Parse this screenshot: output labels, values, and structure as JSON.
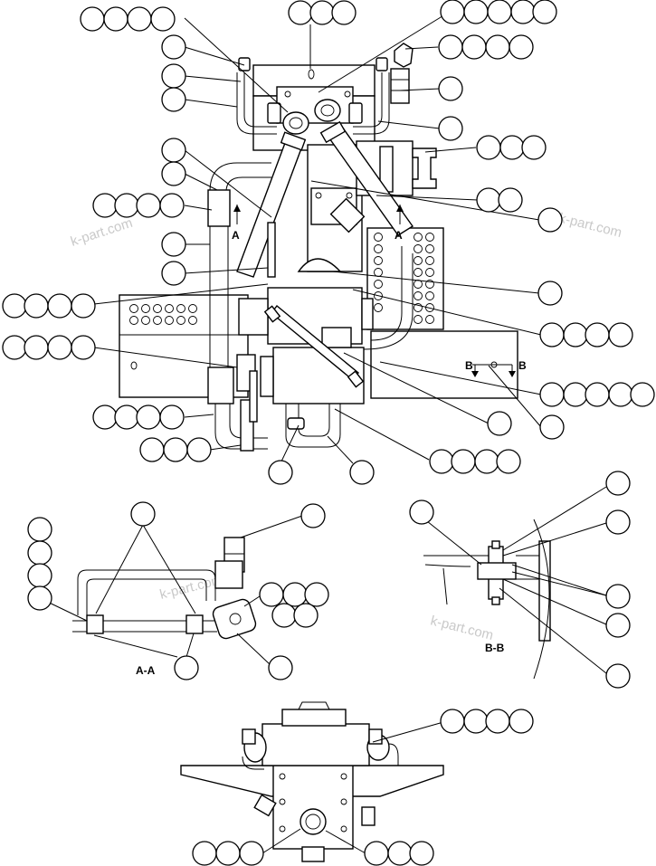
{
  "section_labels": {
    "section_a_left": "A",
    "section_a_right": "A",
    "section_b_left": "B",
    "section_b_right": "B",
    "view_aa": "A-A",
    "view_bb": "B-B"
  },
  "watermarks": [
    "k-part.com",
    "k-part.com",
    "k-part.com",
    "k-part.com"
  ],
  "callout_groups_note": "Blank reference bubbles (no printed numbers)"
}
